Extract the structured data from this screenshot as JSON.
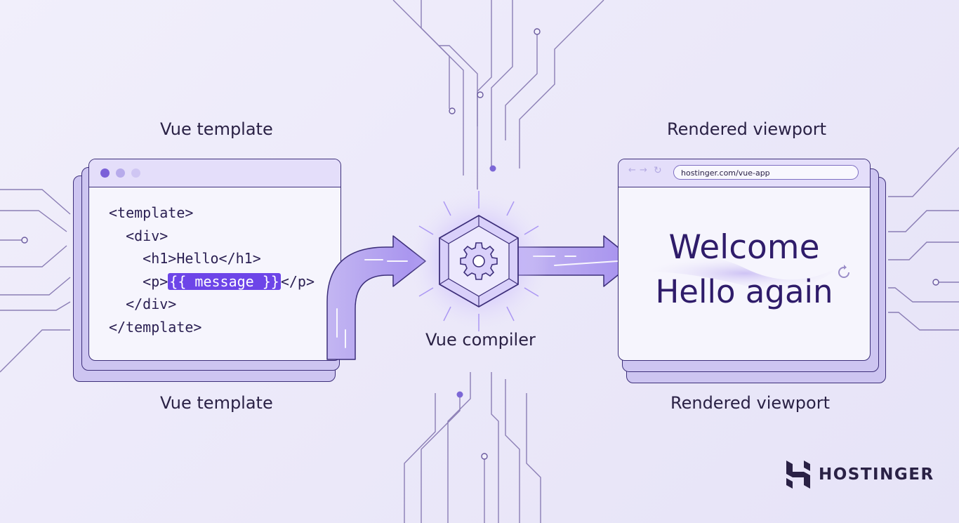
{
  "labels": {
    "template_top": "Vue template",
    "template_bottom": "Vue template",
    "viewport_top": "Rendered viewport",
    "viewport_bottom": "Rendered viewport",
    "compiler": "Vue compiler"
  },
  "code_window": {
    "lines": {
      "l1": "<template>",
      "l2": "  <div>",
      "l3": "    <h1>Hello</h1>",
      "l4_pre": "    <p>",
      "l4_highlight": "{{ message }}",
      "l4_post": "</p>",
      "l5": "  </div>",
      "l6": "</template>"
    }
  },
  "browser_window": {
    "url": "hostinger.com/vue-app",
    "heading": "Welcome",
    "subheading": "Hello again"
  },
  "brand": {
    "name": "HOSTINGER"
  },
  "colors": {
    "accent": "#6d45e8",
    "outline": "#3d2f7a",
    "text": "#2f1c6a"
  },
  "icons": {
    "compiler": "gear-icon",
    "refresh": "refresh-icon"
  }
}
